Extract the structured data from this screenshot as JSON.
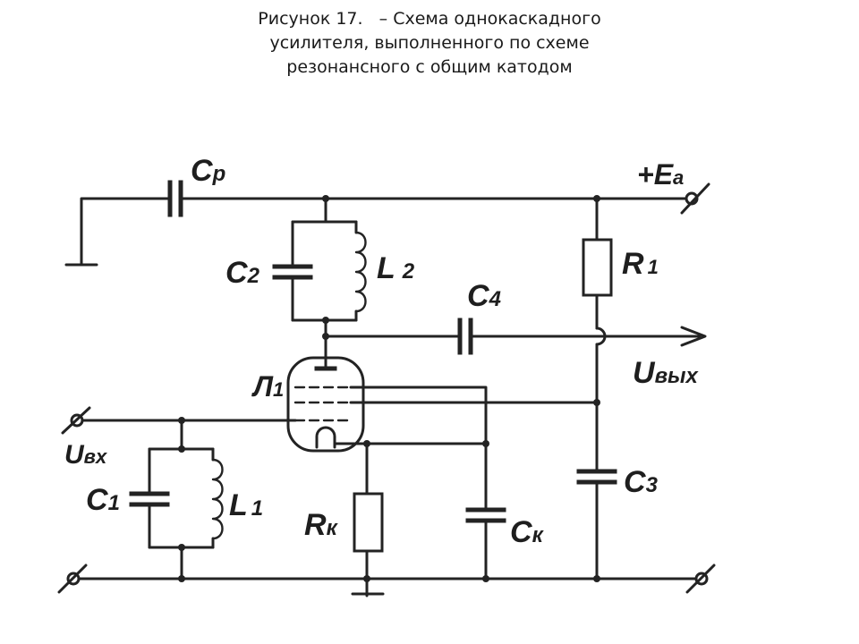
{
  "title": {
    "line1": "Рисунок 17.   – Схема однокаскадного",
    "line2": "усилителя, выполненного по схеме",
    "line3": "резонансного с общим катодом"
  },
  "labels": {
    "cp_main": "C",
    "cp_sub": "p",
    "ea_main": "+E",
    "ea_sub": "a",
    "r1_main": "R",
    "r1_sub": "1",
    "c2_main": "C",
    "c2_sub": "2",
    "l2_main": "L",
    "l2_sub": "2",
    "c4_main": "C",
    "c4_sub": "4",
    "uout_main": "U",
    "uout_sub": "вых",
    "tube_main": "Л",
    "tube_sub": "1",
    "uin_main": "U",
    "uin_sub": "вх",
    "c1_main": "C",
    "c1_sub": "1",
    "l1_main": "L",
    "l1_sub": "1",
    "rk_main": "R",
    "rk_sub": "к",
    "ck_main": "C",
    "ck_sub": "к",
    "c3_main": "C",
    "c3_sub": "3"
  }
}
